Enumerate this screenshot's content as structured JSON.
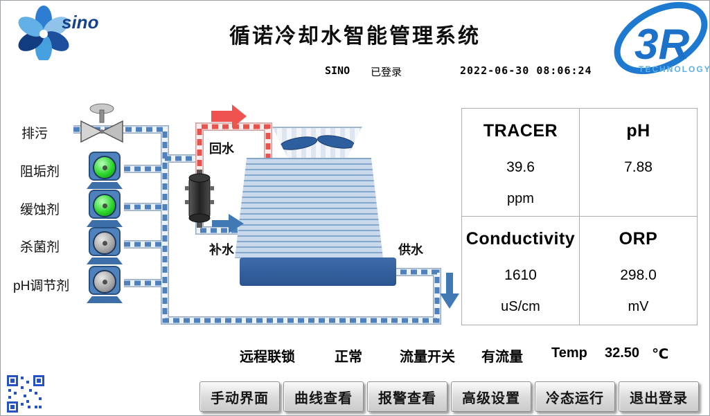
{
  "header": {
    "logo_text": "sino",
    "title": "循诺冷却水智能管理系统",
    "user": "SINO",
    "login_status": "已登录",
    "datetime": "2022-06-30 08:06:24",
    "brand": "3R",
    "brand_sub": "TECHNOLOGY"
  },
  "diagram": {
    "valve_label": "排污",
    "pump_rows": [
      {
        "label": "阻垢剂",
        "state": "on"
      },
      {
        "label": "缓蚀剂",
        "state": "on"
      },
      {
        "label": "杀菌剂",
        "state": "off"
      },
      {
        "label": "pH调节剂",
        "state": "off"
      }
    ],
    "flow_labels": {
      "return_water": "回水",
      "makeup_water": "补水",
      "supply_water": "供水"
    }
  },
  "panel": {
    "cells": [
      {
        "label": "TRACER",
        "value": "39.6",
        "unit": "ppm"
      },
      {
        "label": "pH",
        "value": "7.88",
        "unit": ""
      },
      {
        "label": "Conductivity",
        "value": "1610",
        "unit": "uS/cm"
      },
      {
        "label": "ORP",
        "value": "298.0",
        "unit": "mV"
      }
    ]
  },
  "status": {
    "interlock_label": "远程联锁",
    "interlock_value": "正常",
    "flow_label": "流量开关",
    "flow_value": "有流量",
    "temp_label": "Temp",
    "temp_value": "32.50",
    "temp_unit": "℃"
  },
  "buttons": [
    {
      "label": "手动界面"
    },
    {
      "label": "曲线查看"
    },
    {
      "label": "报警查看"
    },
    {
      "label": "高级设置"
    },
    {
      "label": "冷态运行"
    },
    {
      "label": "退出登录"
    }
  ],
  "colors": {
    "pipe_blue": "#4f81bd",
    "pipe_red": "#e8534e",
    "pump_on": "#2ed62e",
    "pump_off": "#9a9a9a",
    "basin_blue": "#2e5c9e",
    "brand_blue": "#1b72c8"
  }
}
